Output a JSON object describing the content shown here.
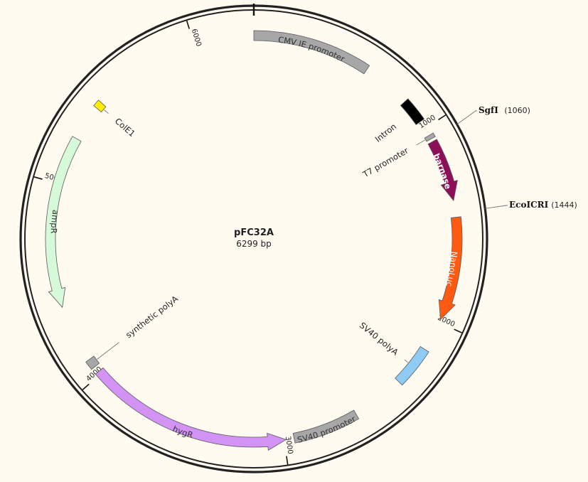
{
  "plasmid": {
    "name": "pFC32A",
    "size_label": "6299 bp",
    "length_bp": 6299
  },
  "ticks": [
    {
      "bp": 1000,
      "label": "1000"
    },
    {
      "bp": 2000,
      "label": "2000"
    },
    {
      "bp": 3000,
      "label": "3000"
    },
    {
      "bp": 4000,
      "label": "4000"
    },
    {
      "bp": 5000,
      "label": "5000"
    },
    {
      "bp": 6000,
      "label": "6000"
    }
  ],
  "sites": [
    {
      "name": "SgfI",
      "position": "(1060)",
      "bp": 1060
    },
    {
      "name": "EcoICRI",
      "position": "(1444)",
      "bp": 1444
    }
  ],
  "features": [
    {
      "name": "CMV IE promoter",
      "start": 0,
      "end": 590,
      "color": "#a7a7a7",
      "text_color": "#333333",
      "direction": "none"
    },
    {
      "name": "Intron",
      "start": 835,
      "end": 960,
      "color": "#000000",
      "text_color": "#222222",
      "direction": "none"
    },
    {
      "name": "T7 promoter",
      "start": 1040,
      "end": 1060,
      "color": "#a7a7a7",
      "text_color": "#222222",
      "direction": "none"
    },
    {
      "name": "barnase",
      "start": 1075,
      "end": 1385,
      "color": "#8c0f57",
      "text_color": "#ffffff",
      "direction": "forward"
    },
    {
      "name": "NanoLuc",
      "start": 1468,
      "end": 1984,
      "color": "#ff5a12",
      "text_color": "#ffffff",
      "direction": "forward"
    },
    {
      "name": "SV40 polyA",
      "start": 2150,
      "end": 2355,
      "color": "#8ecbf5",
      "text_color": "#222222",
      "direction": "none"
    },
    {
      "name": "SV40 promoter",
      "start": 2620,
      "end": 2950,
      "color": "#a7a7a7",
      "text_color": "#333333",
      "direction": "none"
    },
    {
      "name": "hygR",
      "start": 2990,
      "end": 4015,
      "color": "#d393f5",
      "text_color": "#333333",
      "direction": "reverse"
    },
    {
      "name": "synthetic polyA",
      "start": 4045,
      "end": 4090,
      "color": "#a7a7a7",
      "text_color": "#222222",
      "direction": "none"
    },
    {
      "name": "ampR",
      "start": 4380,
      "end": 5240,
      "color": "#d6fad9",
      "text_color": "#333333",
      "direction": "reverse"
    },
    {
      "name": "ColE1",
      "start": 5420,
      "end": 5455,
      "color": "#ffee00",
      "text_color": "#222222",
      "direction": "none"
    }
  ]
}
